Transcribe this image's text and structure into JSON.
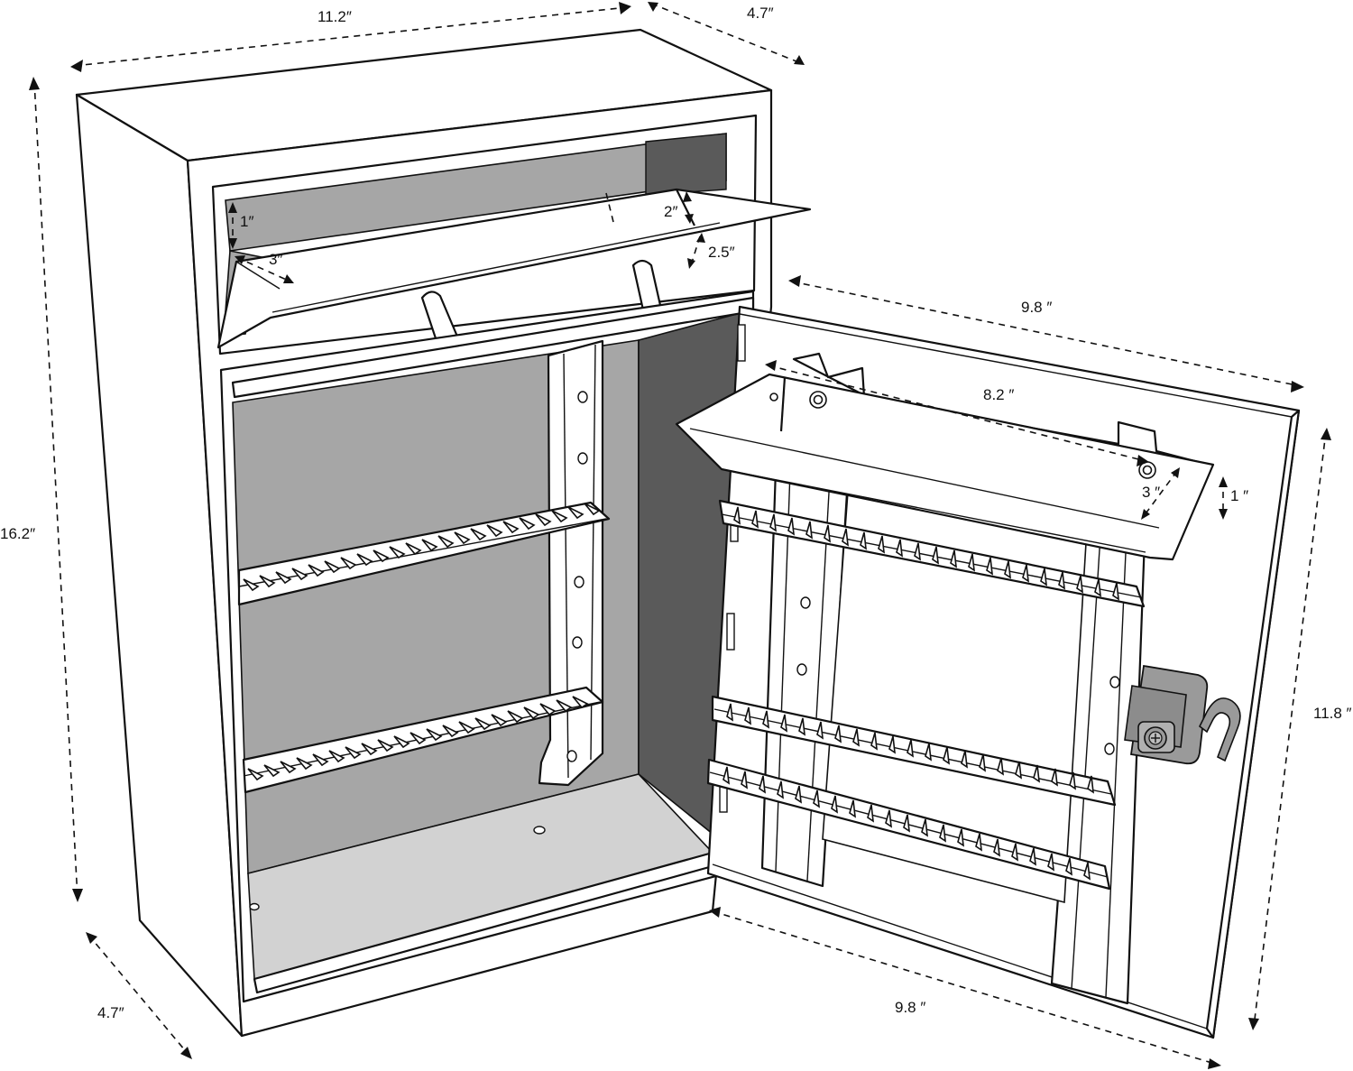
{
  "title": "Key cabinet with drop box - dimension drawing",
  "colors": {
    "background": "#ffffff",
    "line": "#111111",
    "interior_gray": "#a6a6a6",
    "dark_side": "#5a5a5a",
    "floor": "#d2d2d2",
    "lock_metal": "#9a9a9a"
  },
  "dimensions": {
    "cabinet_width": "11.2″",
    "cabinet_depth_top": "4.7″",
    "cabinet_height": "16.2″",
    "cabinet_depth_bottom": "4.7″",
    "drop_slot_height": "1″",
    "drop_slot_depth": "3″",
    "drop_tray_lip": "2″",
    "drop_tray_front": "2.5″",
    "door_width_top": "9.8 ″",
    "door_width_bottom": "9.8 ″",
    "door_height": "11.8 ″",
    "door_tray_width": "8.2 ″",
    "door_tray_depth": "3 ″",
    "door_tray_height": "1 ″"
  },
  "components": {
    "key_rows_cabinet": 2,
    "key_rows_door": 3,
    "hooks_per_row_visible": 22,
    "lock": "cam-lock-with-hasp",
    "handle": "drop-box-handle"
  }
}
